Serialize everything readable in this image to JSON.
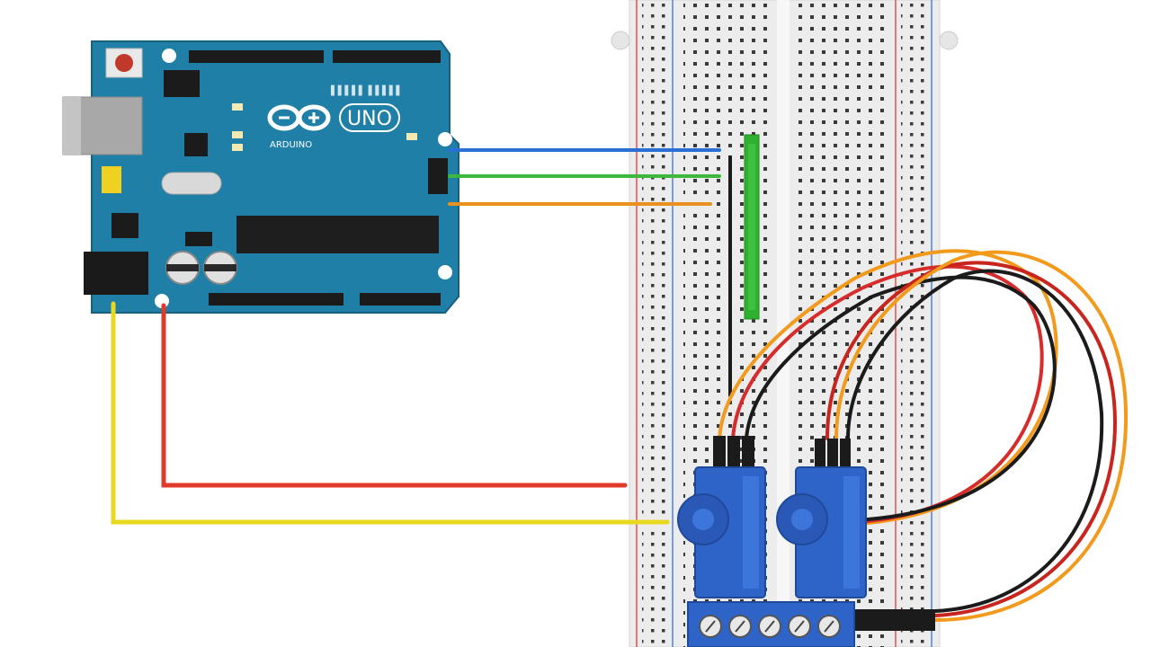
{
  "board": {
    "model_label": "UNO",
    "brand_label": "ARDUINO",
    "color": "#1f7fa6"
  },
  "wires": [
    {
      "name": "wire-blue-signal",
      "color": "#2a6fd6"
    },
    {
      "name": "wire-green-signal",
      "color": "#3cb83c"
    },
    {
      "name": "wire-orange-signal",
      "color": "#e89020"
    },
    {
      "name": "wire-red-power",
      "color": "#e03a2a"
    },
    {
      "name": "wire-yellow-power",
      "color": "#e8d820"
    }
  ],
  "components": {
    "breadboard": "breadboard",
    "servo_count": 2,
    "terminal_block_screws": 5
  },
  "colors": {
    "breadboard": "#efefef",
    "rail_red": "#e05050",
    "rail_blue": "#5080e0",
    "servo_blue": "#2e64c8",
    "pcb_green": "#2fb02f"
  }
}
